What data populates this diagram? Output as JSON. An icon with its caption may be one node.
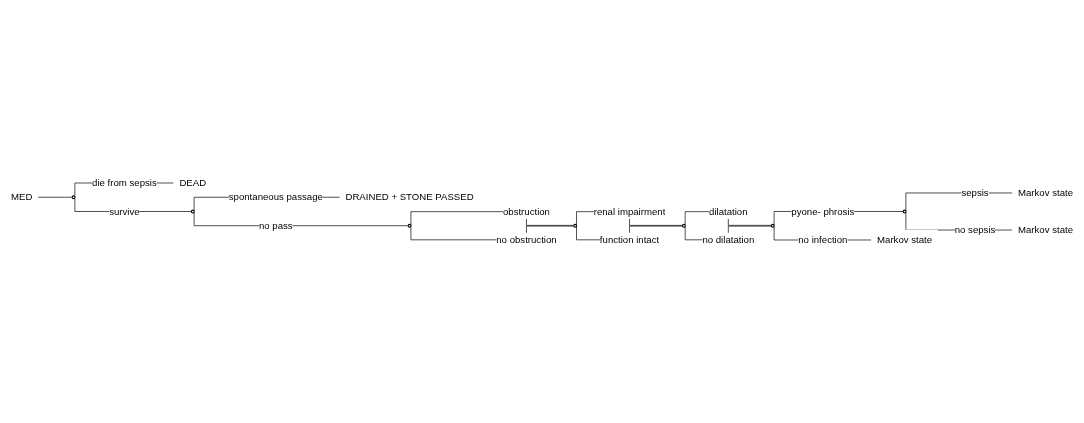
{
  "diagram": {
    "nodes": [
      {
        "text": [
          "MED"
        ]
      },
      {
        "text": [],
        "shape": "circle"
      },
      {
        "text": [
          "DEAD"
        ]
      },
      {
        "text": [],
        "shape": "circle"
      },
      {
        "text": [
          "DRAINED + STONE PASSED"
        ]
      },
      {
        "text": [],
        "shape": "circle"
      },
      {
        "text": [],
        "shape": "circle"
      },
      {
        "text": [],
        "shape": "circle"
      },
      {
        "text": [],
        "shape": "circle"
      },
      {
        "text": [],
        "shape": "circle"
      },
      {
        "text": [
          "Markov state"
        ]
      },
      {
        "text": [
          "Markov state"
        ]
      },
      {
        "text": [
          "Markov state"
        ]
      }
    ],
    "edges": [
      {
        "from": 0,
        "to": 1,
        "arrow": "none"
      },
      {
        "from": 1,
        "to": 2,
        "label": "die from sepsis",
        "arrow": "none"
      },
      {
        "from": 1,
        "to": 3,
        "label": "survive",
        "arrow": "none"
      },
      {
        "from": 3,
        "to": 4,
        "label": "spontaneous passage",
        "arrow": "none"
      },
      {
        "from": 3,
        "to": 5,
        "label": "no pass",
        "arrow": "none"
      },
      {
        "from": 5,
        "to": 6,
        "label": "obstruction",
        "arrow": "none"
      },
      {
        "from": 5,
        "to": 6,
        "label": "no obstruction",
        "arrow": "none"
      },
      {
        "from": 6,
        "to": 7,
        "label": "renal impairment",
        "arrow": "none"
      },
      {
        "from": 6,
        "to": 7,
        "label": "function intact",
        "arrow": "none"
      },
      {
        "from": 7,
        "to": 8,
        "label": "dilatation",
        "arrow": "none"
      },
      {
        "from": 7,
        "to": 8,
        "label": "no dilatation",
        "arrow": "none"
      },
      {
        "from": 8,
        "to": 9,
        "label": "pyone- phrosis",
        "arrow": "none"
      },
      {
        "from": 9,
        "to": 10,
        "label": "sepsis",
        "arrow": "none"
      },
      {
        "from": 9,
        "to": 11,
        "label": "no sepsis",
        "arrow": "none"
      },
      {
        "from": 8,
        "to": 12,
        "label": "no infection",
        "arrow": "none"
      }
    ]
  }
}
